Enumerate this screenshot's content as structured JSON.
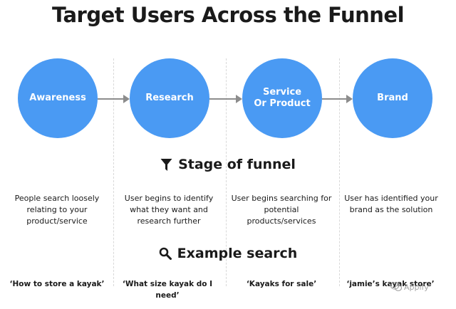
{
  "title": "Target Users Across the Funnel",
  "stages": [
    {
      "label": "Awareness"
    },
    {
      "label": "Research"
    },
    {
      "label": "Service\nOr Product"
    },
    {
      "label": "Brand"
    }
  ],
  "stage_heading": {
    "label": "Stage of funnel",
    "icon": "funnel-icon"
  },
  "descriptions": [
    "People search loosely relating to your product/service",
    "User begins to identify what they want and research further",
    "User begins searching for potential products/services",
    "User has identified your brand as the solution"
  ],
  "example_heading": {
    "label": "Example search",
    "icon": "search-icon"
  },
  "examples": [
    "‘How to store a kayak’",
    "‘What size kayak do I need’",
    "‘Kayaks for sale’",
    "‘jamie’s kayak store’"
  ],
  "watermark": {
    "text": "Appify",
    "icon": "chat-bubble-icon"
  },
  "colors": {
    "circle": "#4a9af3",
    "arrow": "#8c8c8c",
    "text": "#1a1a1a"
  }
}
